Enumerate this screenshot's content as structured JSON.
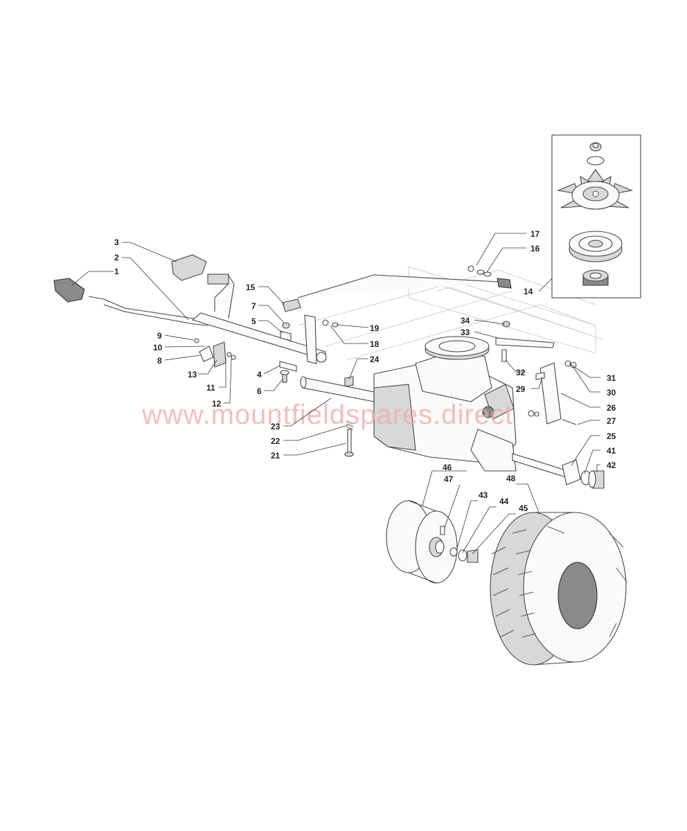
{
  "watermark": "www.mountfieldspares.direct",
  "parts": [
    {
      "num": "1"
    },
    {
      "num": "2"
    },
    {
      "num": "3"
    },
    {
      "num": "4"
    },
    {
      "num": "5"
    },
    {
      "num": "6"
    },
    {
      "num": "7"
    },
    {
      "num": "8"
    },
    {
      "num": "9"
    },
    {
      "num": "10"
    },
    {
      "num": "11"
    },
    {
      "num": "12"
    },
    {
      "num": "13"
    },
    {
      "num": "14"
    },
    {
      "num": "15"
    },
    {
      "num": "16"
    },
    {
      "num": "17"
    },
    {
      "num": "18"
    },
    {
      "num": "19"
    },
    {
      "num": "21"
    },
    {
      "num": "22"
    },
    {
      "num": "23"
    },
    {
      "num": "24"
    },
    {
      "num": "25"
    },
    {
      "num": "26"
    },
    {
      "num": "27"
    },
    {
      "num": "29"
    },
    {
      "num": "30"
    },
    {
      "num": "31"
    },
    {
      "num": "32"
    },
    {
      "num": "33"
    },
    {
      "num": "34"
    },
    {
      "num": "41"
    },
    {
      "num": "42"
    },
    {
      "num": "43"
    },
    {
      "num": "44"
    },
    {
      "num": "45"
    },
    {
      "num": "46"
    },
    {
      "num": "47"
    },
    {
      "num": "48"
    }
  ]
}
